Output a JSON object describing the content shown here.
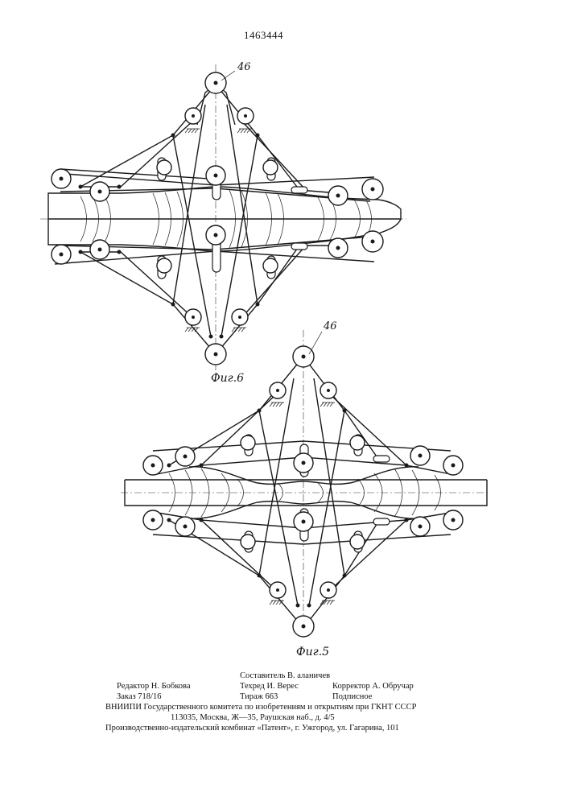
{
  "header": {
    "patent_number": "1463444"
  },
  "figures": {
    "fig6": {
      "label": "Фиг.6",
      "ref_numeral": "46"
    },
    "fig5": {
      "label": "Фиг.5",
      "ref_numeral": "46"
    }
  },
  "colophon": {
    "compiler": "Составитель В. аланичев",
    "editor": "Редактор Н. Бобкова",
    "techred": "Техред И. Верес",
    "corrector": "Корректор А. Обручар",
    "order": "Заказ 718/16",
    "circulation": "Тираж 663",
    "subscription": "Подписное",
    "vniipi": "ВНИИПИ Государственного комитета по изобретениям и открытиям при ГКНТ СССР",
    "address": "113035, Москва, Ж—35, Раушская наб., д. 4/5",
    "publisher": "Производственно-издательский комбинат «Патент», г. Ужгород, ул. Гагарина, 101"
  }
}
